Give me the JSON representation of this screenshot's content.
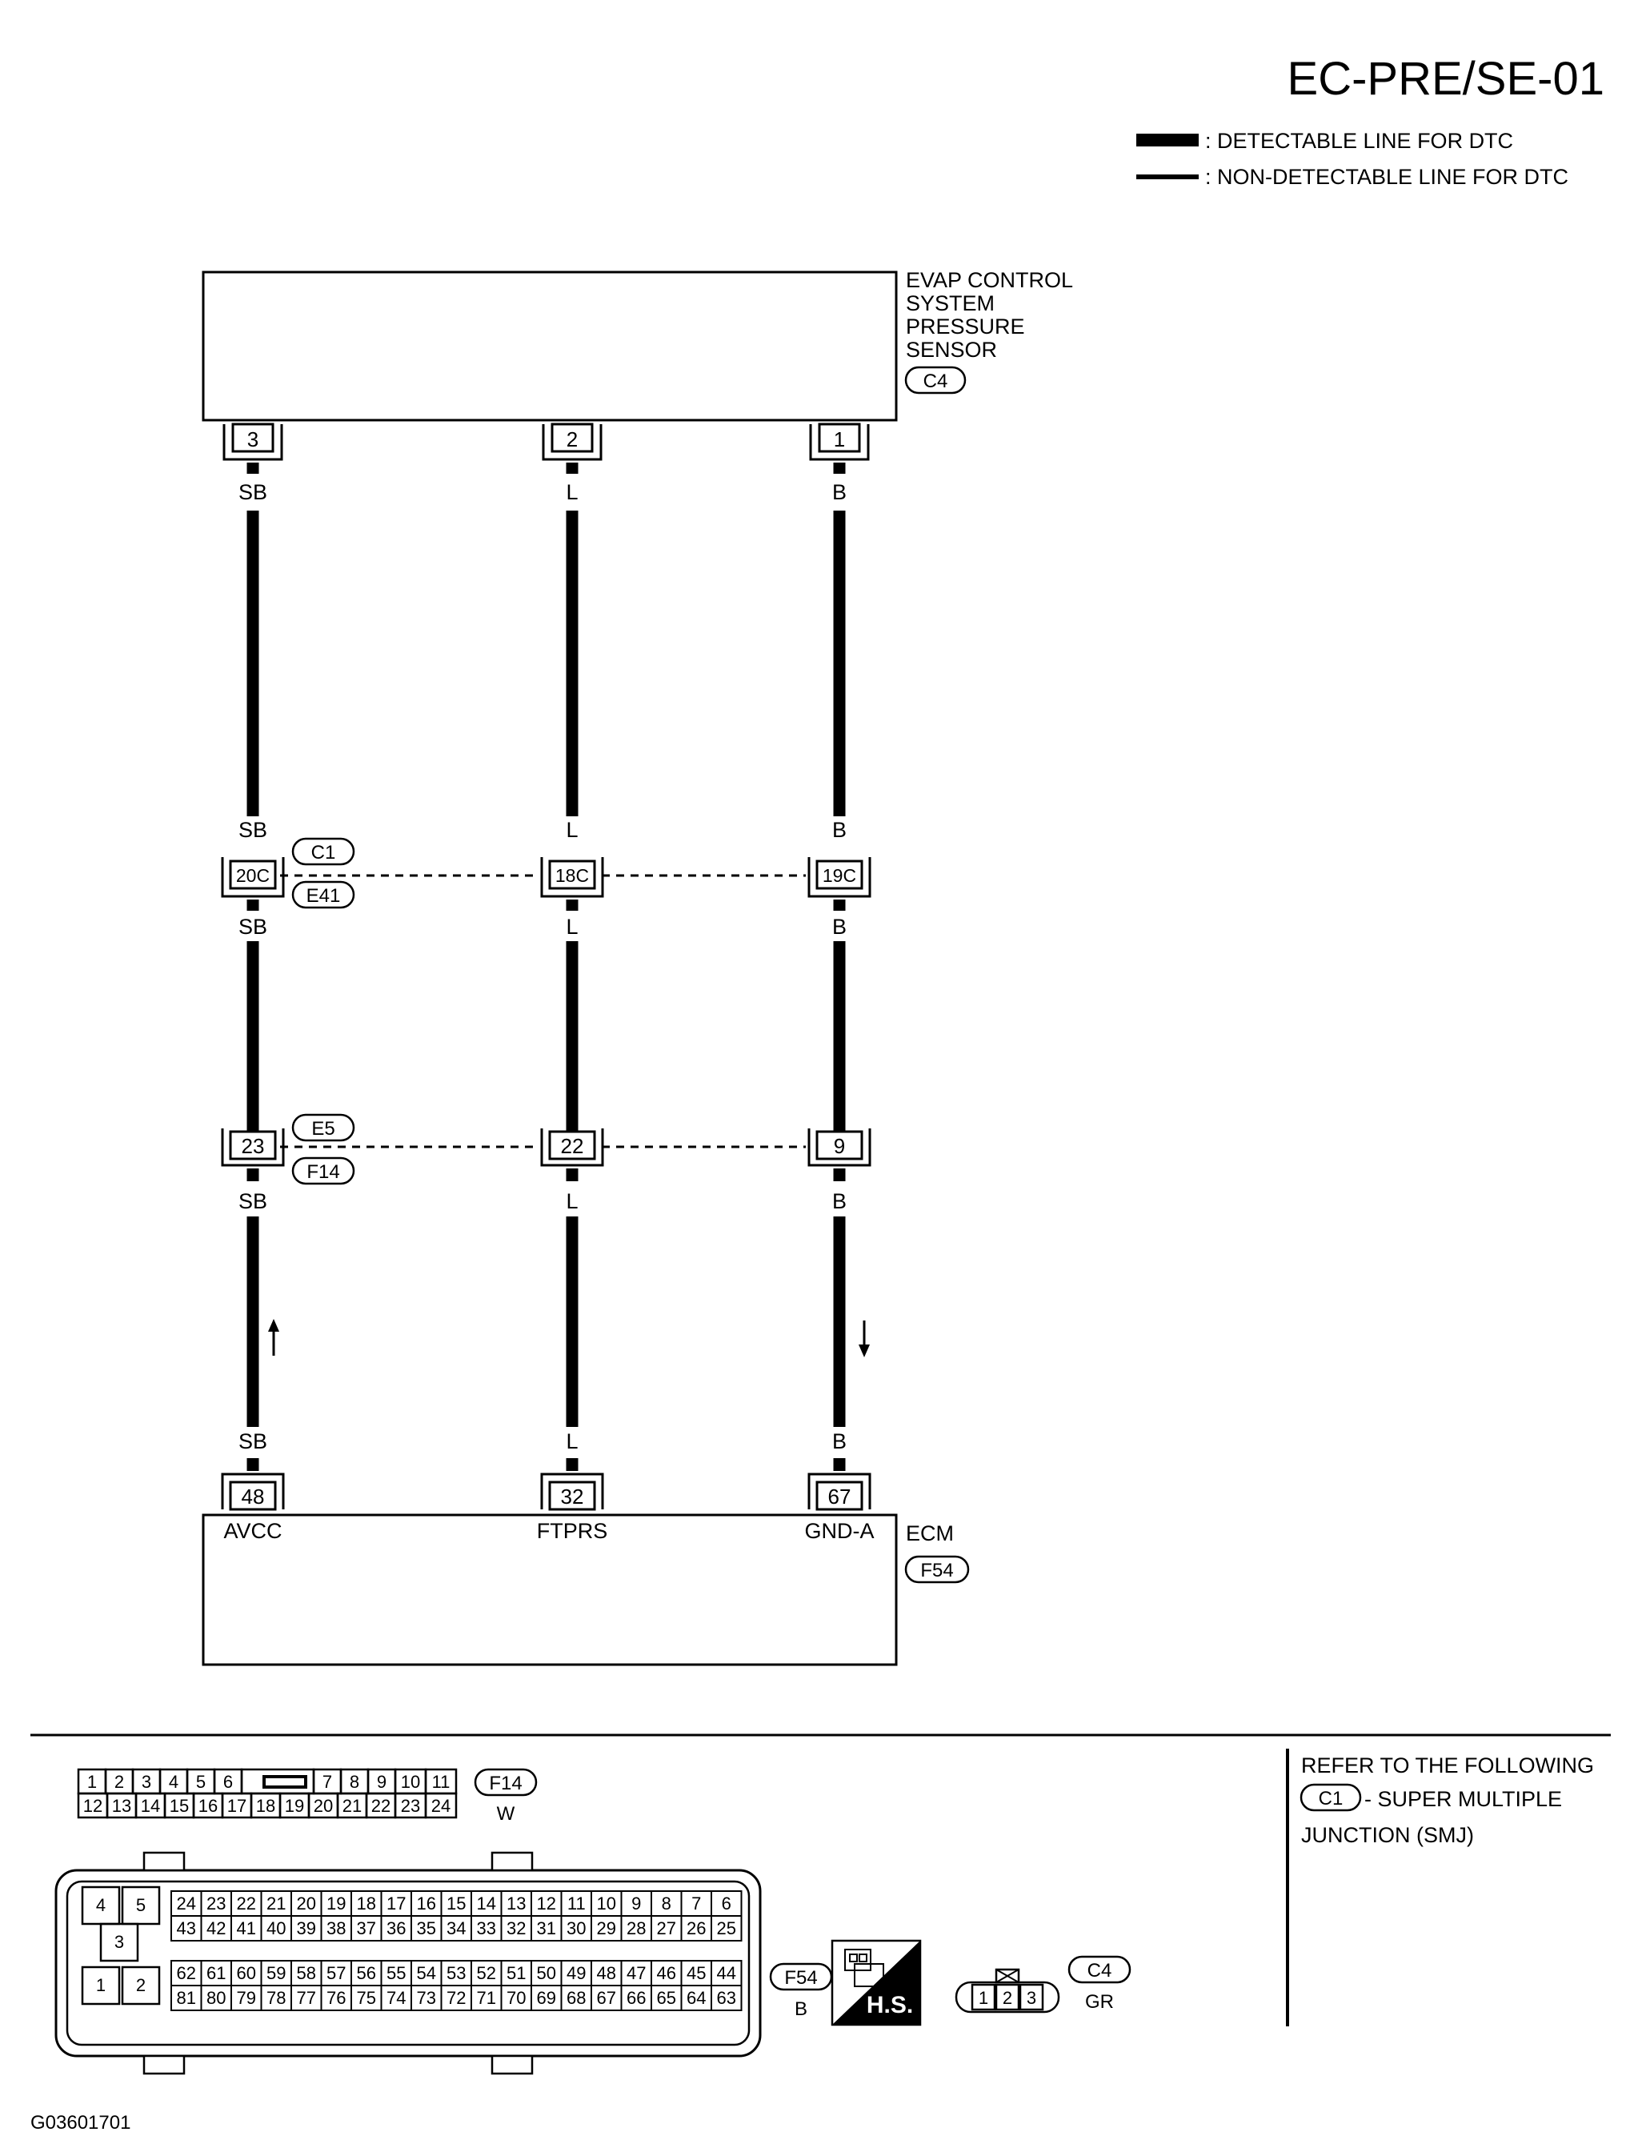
{
  "title": "EC-PRE/SE-01",
  "legend": {
    "detectable": ": DETECTABLE LINE FOR DTC",
    "non_detectable": ": NON-DETECTABLE LINE FOR DTC"
  },
  "sensor": {
    "name_lines": [
      "EVAP CONTROL",
      "SYSTEM",
      "PRESSURE",
      "SENSOR"
    ],
    "connector": "C4",
    "pins": [
      "3",
      "2",
      "1"
    ]
  },
  "wires": [
    {
      "color": "SB",
      "sensor_pin": "3",
      "joint1_pin": "20C",
      "joint2_pin": "23",
      "ecm_pin": "48",
      "ecm_signal": "AVCC"
    },
    {
      "color": "L",
      "sensor_pin": "2",
      "joint1_pin": "18C",
      "joint2_pin": "22",
      "ecm_pin": "32",
      "ecm_signal": "FTPRS"
    },
    {
      "color": "B",
      "sensor_pin": "1",
      "joint1_pin": "19C",
      "joint2_pin": "9",
      "ecm_pin": "67",
      "ecm_signal": "GND-A"
    }
  ],
  "joint1": {
    "upper": "C1",
    "lower": "E41"
  },
  "joint2": {
    "upper": "E5",
    "lower": "F14"
  },
  "ecm": {
    "name": "ECM",
    "connector": "F54"
  },
  "connector_f14": {
    "id": "F14",
    "color": "W",
    "row1": [
      "1",
      "2",
      "3",
      "4",
      "5",
      "6",
      "7",
      "8",
      "9",
      "10",
      "11"
    ],
    "row2": [
      "12",
      "13",
      "14",
      "15",
      "16",
      "17",
      "18",
      "19",
      "20",
      "21",
      "22",
      "23",
      "24"
    ]
  },
  "connector_f54": {
    "id": "F54",
    "color": "B",
    "small_pins": [
      "4",
      "5",
      "3",
      "1",
      "2"
    ],
    "row1": [
      "24",
      "23",
      "22",
      "21",
      "20",
      "19",
      "18",
      "17",
      "16",
      "15",
      "14",
      "13",
      "12",
      "11",
      "10",
      "9",
      "8",
      "7",
      "6"
    ],
    "row2": [
      "43",
      "42",
      "41",
      "40",
      "39",
      "38",
      "37",
      "36",
      "35",
      "34",
      "33",
      "32",
      "31",
      "30",
      "29",
      "28",
      "27",
      "26",
      "25"
    ],
    "row3": [
      "62",
      "61",
      "60",
      "59",
      "58",
      "57",
      "56",
      "55",
      "54",
      "53",
      "52",
      "51",
      "50",
      "49",
      "48",
      "47",
      "46",
      "45",
      "44"
    ],
    "row4": [
      "81",
      "80",
      "79",
      "78",
      "77",
      "76",
      "75",
      "74",
      "73",
      "72",
      "71",
      "70",
      "69",
      "68",
      "67",
      "66",
      "65",
      "64",
      "63"
    ]
  },
  "hs_badge": "H.S.",
  "connector_c4": {
    "id": "C4",
    "color": "GR",
    "pins": [
      "1",
      "2",
      "3"
    ]
  },
  "refer": {
    "line1": "REFER TO THE FOLLOWING",
    "code": "C1",
    "line2": "- SUPER MULTIPLE",
    "line3": "JUNCTION (SMJ)"
  },
  "figure_id": "G03601701"
}
